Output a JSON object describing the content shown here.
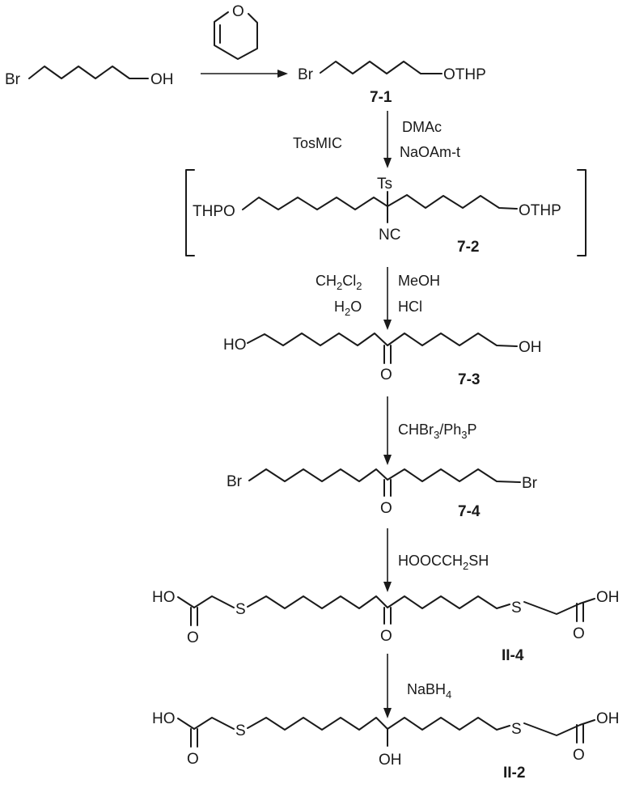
{
  "atoms": {
    "br": "Br",
    "oh": "OH",
    "ho": "HO",
    "o": "O",
    "othp": "OTHP",
    "thpo": "THPO",
    "ts": "Ts",
    "nc": "NC",
    "s": "S"
  },
  "compounds": {
    "c71": "7-1",
    "c72": "7-2",
    "c73": "7-3",
    "c74": "7-4",
    "cII4": "II-4",
    "cII2": "II-2"
  },
  "conditions": {
    "tosmic": "TosMIC",
    "dmac": "DMAc",
    "naoam": "NaOAm-t",
    "ch2cl2": {
      "a": "CH",
      "s1": "2",
      "b": "Cl",
      "s2": "2"
    },
    "h2o": {
      "a": "H",
      "s1": "2",
      "b": "O"
    },
    "meoh": "MeOH",
    "hcl": "HCl",
    "chbr3": {
      "a": "CHBr",
      "s1": "3",
      "b": "/Ph",
      "s2": "3",
      "c": "P"
    },
    "hooc": {
      "a": "HOOCCH",
      "s1": "2",
      "b": "SH"
    },
    "nabh4": {
      "a": "NaBH",
      "s1": "4"
    }
  }
}
